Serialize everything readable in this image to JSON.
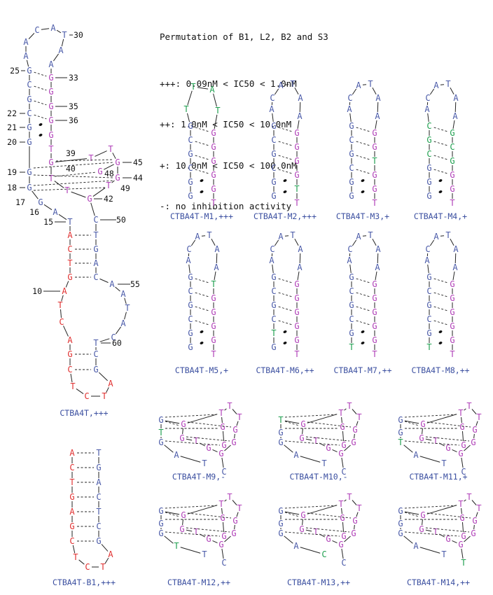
{
  "legend": {
    "title": "Permutation of B1, L2, B2 and S3",
    "lines": [
      "+++: 0.09nM < IC50 < 1.0nM",
      "++: 1.0nM < IC50 < 10.0nM",
      "+: 10.0nM < IC50 < 100.0nM",
      "-: no inhibition activity"
    ]
  },
  "colors": {
    "blue": "#4a5aa8",
    "red": "#e03030",
    "magenta": "#b040b8",
    "green": "#20a050",
    "caption": "#3b4fa0"
  },
  "main": {
    "caption": "CTBA4T,+++",
    "position_labels": [
      "30",
      "33",
      "35",
      "36",
      "25",
      "22",
      "21",
      "20",
      "39",
      "40",
      "45",
      "48",
      "44",
      "49",
      "19",
      "18",
      "42",
      "17",
      "16",
      "15",
      "50",
      "10",
      "55",
      "60"
    ],
    "sequence": {
      "loop_top": [
        "A",
        "C",
        "A",
        "T"
      ],
      "stem1_left": [
        "A",
        "G",
        "C",
        "G",
        "C",
        "G",
        "G"
      ],
      "stem1_right": [
        "A",
        "G",
        "G",
        "G",
        "G",
        "T"
      ],
      "quad": [
        "G",
        "G",
        "T",
        "G",
        "T",
        "G",
        "G",
        "G",
        "T",
        "G",
        "G",
        "G"
      ],
      "linker": [
        "A",
        "T",
        "C"
      ],
      "stem2_left": [
        "A",
        "C",
        "T",
        "G",
        "A",
        "T",
        "C",
        "A",
        "G",
        "C",
        "T",
        "C",
        "T",
        "A"
      ],
      "stem2_right": [
        "T",
        "G",
        "A",
        "C",
        "A",
        "A",
        "T",
        "A",
        "T",
        "G",
        "T"
      ]
    }
  },
  "b1": {
    "caption": "CTBA4T-B1,+++",
    "left": [
      "A",
      "C",
      "T",
      "G",
      "A",
      "G",
      "C"
    ],
    "right": [
      "T",
      "G",
      "A",
      "C",
      "T",
      "C",
      "G"
    ],
    "loop": [
      "T",
      "C",
      "T",
      "A"
    ]
  },
  "hairpins": [
    {
      "caption": "CTBA4T-M1,+++",
      "loop": [
        "T",
        "T",
        "A",
        "T"
      ],
      "left": [
        "G",
        "C",
        "G",
        "C",
        "G",
        "G"
      ],
      "right": [
        "G",
        "G",
        "G",
        "G",
        "G",
        "T"
      ]
    },
    {
      "caption": "CTBA4T-M2,+++",
      "loop": [
        "A",
        "C",
        "A",
        "T",
        "A",
        "A"
      ],
      "left": [
        "G",
        "C",
        "G",
        "C",
        "G",
        "G"
      ],
      "right": [
        "G",
        "G",
        "G",
        "G",
        "T",
        "T"
      ]
    },
    {
      "caption": "CTBA4T-M3,+",
      "loop": [
        "A",
        "C",
        "A",
        "T",
        "A",
        "A"
      ],
      "left": [
        "G",
        "C",
        "G",
        "C",
        "G",
        "G"
      ],
      "right": [
        "G",
        "G",
        "T",
        "G",
        "G",
        "T"
      ]
    },
    {
      "caption": "CTBA4T-M4,+",
      "loop": [
        "A",
        "C",
        "A",
        "T",
        "A",
        "A"
      ],
      "left": [
        "C",
        "G",
        "C",
        "G",
        "G",
        "G"
      ],
      "right": [
        "G",
        "C",
        "G",
        "G",
        "G",
        "T"
      ]
    },
    {
      "caption": "CTBA4T-M5,+",
      "loop": [
        "A",
        "C",
        "A",
        "T",
        "A",
        "A"
      ],
      "left": [
        "G",
        "C",
        "G",
        "C",
        "G",
        "G"
      ],
      "right": [
        "T",
        "G",
        "G",
        "G",
        "G",
        "T"
      ]
    },
    {
      "caption": "CTBA4T-M6,++",
      "loop": [
        "A",
        "C",
        "A",
        "T",
        "A",
        "A"
      ],
      "left": [
        "G",
        "C",
        "G",
        "C",
        "T",
        "G"
      ],
      "right": [
        "G",
        "G",
        "G",
        "G",
        "G",
        "T"
      ]
    },
    {
      "caption": "CTBA4T-M7,++",
      "loop": [
        "A",
        "C",
        "A",
        "T",
        "A",
        "A"
      ],
      "left": [
        "G",
        "C",
        "G",
        "C",
        "G",
        "T"
      ],
      "right": [
        "G",
        "G",
        "G",
        "G",
        "G",
        "T"
      ]
    },
    {
      "caption": "CTBA4T-M8,++",
      "loop": [
        "A",
        "C",
        "A",
        "T",
        "A",
        "A"
      ],
      "left": [
        "G",
        "C",
        "G",
        "C",
        "G",
        "T"
      ],
      "right": [
        "G",
        "G",
        "G",
        "G",
        "G",
        "T"
      ]
    }
  ],
  "quads": [
    {
      "caption": "CTBA4T-M9,-",
      "seq": [
        "G",
        "T",
        "G",
        "A",
        "T",
        "G",
        "G",
        "T",
        "G",
        "T",
        "G",
        "G",
        "T",
        "G",
        "G",
        "G",
        "C",
        "T"
      ]
    },
    {
      "caption": "CTBA4T-M10,-",
      "seq": [
        "T",
        "G",
        "G",
        "A",
        "T",
        "G",
        "G",
        "T",
        "G",
        "T",
        "G",
        "G",
        "T",
        "G",
        "G",
        "G",
        "C",
        "T"
      ]
    },
    {
      "caption": "CTBA4T-M11,+",
      "seq": [
        "G",
        "G",
        "T",
        "A",
        "T",
        "G",
        "G",
        "T",
        "G",
        "T",
        "G",
        "G",
        "T",
        "G",
        "G",
        "G",
        "C",
        "T"
      ]
    },
    {
      "caption": "CTBA4T-M12,++",
      "seq": [
        "G",
        "G",
        "G",
        "T",
        "T",
        "G",
        "G",
        "T",
        "G",
        "T",
        "G",
        "G",
        "T",
        "G",
        "G",
        "G",
        "C",
        "T"
      ]
    },
    {
      "caption": "CTBA4T-M13,++",
      "seq": [
        "G",
        "G",
        "G",
        "A",
        "C",
        "G",
        "G",
        "T",
        "G",
        "T",
        "G",
        "G",
        "T",
        "G",
        "G",
        "G",
        "C",
        "T"
      ]
    },
    {
      "caption": "CTBA4T-M14,++",
      "seq": [
        "G",
        "G",
        "G",
        "A",
        "T",
        "G",
        "G",
        "T",
        "G",
        "T",
        "G",
        "G",
        "T",
        "G",
        "G",
        "G",
        "T",
        "T"
      ]
    }
  ]
}
